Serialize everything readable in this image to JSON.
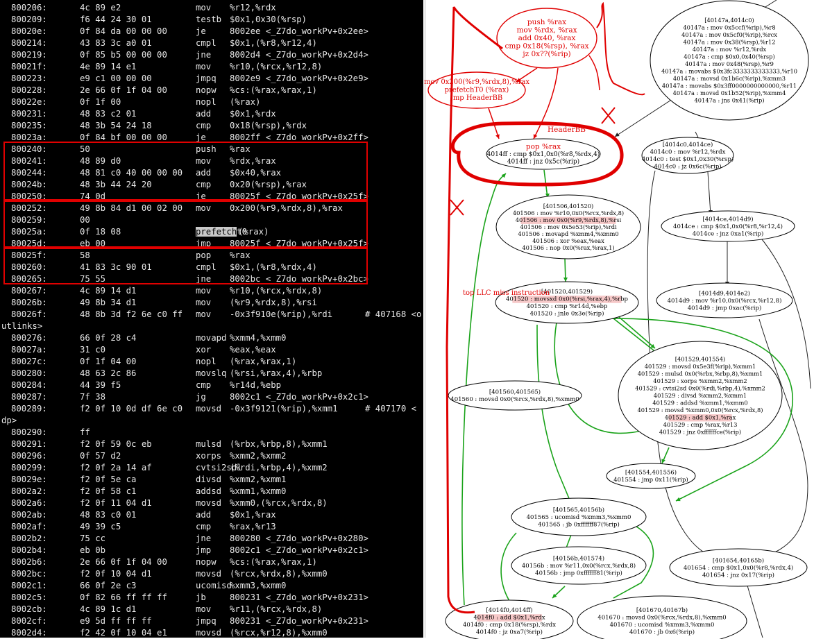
{
  "disassembly": [
    {
      "addr": "800206:",
      "hex": "4c 89 e2",
      "mn": "mov",
      "op": "%r12,%rdx"
    },
    {
      "addr": "800209:",
      "hex": "f6 44 24 30 01",
      "mn": "testb",
      "op": "$0x1,0x30(%rsp)"
    },
    {
      "addr": "80020e:",
      "hex": "0f 84 da 00 00 00",
      "mn": "je",
      "op": "8002ee <_Z7do_workPv+0x2ee>"
    },
    {
      "addr": "800214:",
      "hex": "43 83 3c a0 01",
      "mn": "cmpl",
      "op": "$0x1,(%r8,%r12,4)"
    },
    {
      "addr": "800219:",
      "hex": "0f 85 b5 00 00 00",
      "mn": "jne",
      "op": "8002d4 <_Z7do_workPv+0x2d4>"
    },
    {
      "addr": "80021f:",
      "hex": "4e 89 14 e1",
      "mn": "mov",
      "op": "%r10,(%rcx,%r12,8)"
    },
    {
      "addr": "800223:",
      "hex": "e9 c1 00 00 00",
      "mn": "jmpq",
      "op": "8002e9 <_Z7do_workPv+0x2e9>"
    },
    {
      "addr": "800228:",
      "hex": "2e 66 0f 1f 04 00",
      "mn": "nopw",
      "op": "%cs:(%rax,%rax,1)"
    },
    {
      "addr": "80022e:",
      "hex": "0f 1f 00",
      "mn": "nopl",
      "op": "(%rax)"
    },
    {
      "addr": "800231:",
      "hex": "48 83 c2 01",
      "mn": "add",
      "op": "$0x1,%rdx"
    },
    {
      "addr": "800235:",
      "hex": "48 3b 54 24 18",
      "mn": "cmp",
      "op": "0x18(%rsp),%rdx"
    },
    {
      "addr": "80023a:",
      "hex": "0f 84 bf 00 00 00",
      "mn": "je",
      "op": "8002ff <_Z7do_workPv+0x2ff>"
    },
    {
      "addr": "800240:",
      "hex": "50",
      "mn": "push",
      "op": "%rax"
    },
    {
      "addr": "800241:",
      "hex": "48 89 d0",
      "mn": "mov",
      "op": "%rdx,%rax"
    },
    {
      "addr": "800244:",
      "hex": "48 81 c0 40 00 00 00",
      "mn": "add",
      "op": "$0x40,%rax"
    },
    {
      "addr": "80024b:",
      "hex": "48 3b 44 24 20",
      "mn": "cmp",
      "op": "0x20(%rsp),%rax"
    },
    {
      "addr": "800250:",
      "hex": "74 0d",
      "mn": "je",
      "op": "80025f <_Z7do_workPv+0x25f>"
    },
    {
      "addr": "800252:",
      "hex": "49 8b 84 d1 00 02 00",
      "mn": "mov",
      "op": "0x200(%r9,%rdx,8),%rax"
    },
    {
      "addr": "800259:",
      "hex": "00",
      "mn": "",
      "op": ""
    },
    {
      "addr": "80025a:",
      "hex": "0f 18 08",
      "mn": "prefetcht0",
      "mn_hl": "prefetch",
      "mn_rest": "t0",
      "op": "(%rax)"
    },
    {
      "addr": "80025d:",
      "hex": "eb 00",
      "mn": "jmp",
      "op": "80025f <_Z7do_workPv+0x25f>"
    },
    {
      "addr": "80025f:",
      "hex": "58",
      "mn": "pop",
      "op": "%rax"
    },
    {
      "addr": "800260:",
      "hex": "41 83 3c 90 01",
      "mn": "cmpl",
      "op": "$0x1,(%r8,%rdx,4)"
    },
    {
      "addr": "800265:",
      "hex": "75 55",
      "mn": "jne",
      "op": "8002bc <_Z7do_workPv+0x2bc>"
    },
    {
      "addr": "800267:",
      "hex": "4c 89 14 d1",
      "mn": "mov",
      "op": "%r10,(%rcx,%rdx,8)"
    },
    {
      "addr": "80026b:",
      "hex": "49 8b 34 d1",
      "mn": "mov",
      "op": "(%r9,%rdx,8),%rsi"
    },
    {
      "addr": "80026f:",
      "hex": "48 8b 3d f2 6e c0 ff",
      "mn": "mov",
      "op": "-0x3f910e(%rip),%rdi",
      "cm": "# 407168 <o"
    },
    {
      "full": "utlinks>"
    },
    {
      "addr": "800276:",
      "hex": "66 0f 28 c4",
      "mn": "movapd",
      "op": "%xmm4,%xmm0"
    },
    {
      "addr": "80027a:",
      "hex": "31 c0",
      "mn": "xor",
      "op": "%eax,%eax"
    },
    {
      "addr": "80027c:",
      "hex": "0f 1f 04 00",
      "mn": "nopl",
      "op": "(%rax,%rax,1)"
    },
    {
      "addr": "800280:",
      "hex": "48 63 2c 86",
      "mn": "movslq",
      "op": "(%rsi,%rax,4),%rbp"
    },
    {
      "addr": "800284:",
      "hex": "44 39 f5",
      "mn": "cmp",
      "op": "%r14d,%ebp"
    },
    {
      "addr": "800287:",
      "hex": "7f 38",
      "mn": "jg",
      "op": "8002c1 <_Z7do_workPv+0x2c1>"
    },
    {
      "addr": "800289:",
      "hex": "f2 0f 10 0d df 6e c0",
      "mn": "movsd",
      "op": "-0x3f9121(%rip),%xmm1",
      "cm": "# 407170 <"
    },
    {
      "full": "dp>"
    },
    {
      "addr": "800290:",
      "hex": "ff",
      "mn": "",
      "op": ""
    },
    {
      "addr": "800291:",
      "hex": "f2 0f 59 0c eb",
      "mn": "mulsd",
      "op": "(%rbx,%rbp,8),%xmm1"
    },
    {
      "addr": "800296:",
      "hex": "0f 57 d2",
      "mn": "xorps",
      "op": "%xmm2,%xmm2"
    },
    {
      "addr": "800299:",
      "hex": "f2 0f 2a 14 af",
      "mn": "cvtsi2sdl",
      "op": "(%rdi,%rbp,4),%xmm2"
    },
    {
      "addr": "80029e:",
      "hex": "f2 0f 5e ca",
      "mn": "divsd",
      "op": "%xmm2,%xmm1"
    },
    {
      "addr": "8002a2:",
      "hex": "f2 0f 58 c1",
      "mn": "addsd",
      "op": "%xmm1,%xmm0"
    },
    {
      "addr": "8002a6:",
      "hex": "f2 0f 11 04 d1",
      "mn": "movsd",
      "op": "%xmm0,(%rcx,%rdx,8)"
    },
    {
      "addr": "8002ab:",
      "hex": "48 83 c0 01",
      "mn": "add",
      "op": "$0x1,%rax"
    },
    {
      "addr": "8002af:",
      "hex": "49 39 c5",
      "mn": "cmp",
      "op": "%rax,%r13"
    },
    {
      "addr": "8002b2:",
      "hex": "75 cc",
      "mn": "jne",
      "op": "800280 <_Z7do_workPv+0x280>"
    },
    {
      "addr": "8002b4:",
      "hex": "eb 0b",
      "mn": "jmp",
      "op": "8002c1 <_Z7do_workPv+0x2c1>"
    },
    {
      "addr": "8002b6:",
      "hex": "2e 66 0f 1f 04 00",
      "mn": "nopw",
      "op": "%cs:(%rax,%rax,1)"
    },
    {
      "addr": "8002bc:",
      "hex": "f2 0f 10 04 d1",
      "mn": "movsd",
      "op": "(%rcx,%rdx,8),%xmm0"
    },
    {
      "addr": "8002c1:",
      "hex": "66 0f 2e c3",
      "mn": "ucomisd",
      "op": "%xmm3,%xmm0"
    },
    {
      "addr": "8002c5:",
      "hex": "0f 82 66 ff ff ff",
      "mn": "jb",
      "op": "800231 <_Z7do_workPv+0x231>"
    },
    {
      "addr": "8002cb:",
      "hex": "4c 89 1c d1",
      "mn": "mov",
      "op": "%r11,(%rcx,%rdx,8)"
    },
    {
      "addr": "8002cf:",
      "hex": "e9 5d ff ff ff",
      "mn": "jmpq",
      "op": "800231 <_Z7do_workPv+0x231>"
    },
    {
      "addr": "8002d4:",
      "hex": "f2 42 0f 10 04 e1",
      "mn": "movsd",
      "op": "(%rcx,%r12,8),%xmm0"
    }
  ],
  "graph": {
    "nodes": [
      {
        "id": "n40147a",
        "lines": [
          "[40147a,4014c0)",
          "40147a : mov 0x5ccf(%rip),%r8",
          "40147a : mov 0x5cf0(%rip),%rcx",
          "40147a : mov 0x38(%rsp),%r12",
          "40147a : mov %r12,%rdx",
          "40147a : cmp $0x0,0x40(%rsp)",
          "40147a : mov 0x48(%rsp),%r9",
          "40147a : movabs $0x3fc3333333333333,%r10",
          "40147a : movsd 0x1b6c(%rip),%xmm3",
          "40147a : movabs $0x3ff0000000000000,%r11",
          "40147a : movsd 0x1b52(%rip),%xmm4",
          "40147a : jns 0x41(%rip)"
        ]
      },
      {
        "id": "n4014ff",
        "lines": [
          "pop %rax",
          "4014ff : cmp $0x1,0x0(%r8,%rdx,4)",
          "4014ff : jnz 0x5c(%rip)"
        ]
      },
      {
        "id": "n4014c0",
        "lines": [
          "[4014c0,4014ce)",
          "4014c0 : mov %r12,%rdx",
          "4014c0 : test $0x1,0x30(%rsp)",
          "4014c0 : jz 0x6c(%rip)"
        ]
      },
      {
        "id": "n401506",
        "lines": [
          "[401506,401520)",
          "401506 : mov %r10,0x0(%rcx,%rdx,8)",
          "401506 : mov 0x0(%r9,%rdx,8),%rsi",
          "401506 : mov 0x5e53(%rip),%rdi",
          "401506 : movapd %xmm4,%xmm0",
          "401506 : xor %eax,%eax",
          "401506 : nop 0x0(%rax,%rax,1)"
        ]
      },
      {
        "id": "n4014ce",
        "lines": [
          "[4014ce,4014d9)",
          "4014ce : cmp $0x1,0x0(%r8,%r12,4)",
          "4014ce : jnz 0xa1(%rip)"
        ]
      },
      {
        "id": "n401520",
        "lines": [
          "[401520,401529)",
          "401520 : movsxd 0x0(%rsi,%rax,4),%rbp",
          "401520 : cmp %r14d,%ebp",
          "401520 : jnle 0x3e(%rip)"
        ]
      },
      {
        "id": "n4014d9",
        "lines": [
          "[4014d9,4014e2)",
          "4014d9 : mov %r10,0x0(%rcx,%r12,8)",
          "4014d9 : jmp 0xac(%rip)"
        ]
      },
      {
        "id": "n401529",
        "lines": [
          "[401529,401554)",
          "401529 : movsd 0x5e3f(%rip),%xmm1",
          "401529 : mulsd 0x0(%rbx,%rbp,8),%xmm1",
          "401529 : xorps %xmm2,%xmm2",
          "401529 : cvtsi2sd 0x0(%rdi,%rbp,4),%xmm2",
          "401529 : divsd %xmm2,%xmm1",
          "401529 : addsd %xmm1,%xmm0",
          "401529 : movsd %xmm0,0x0(%rcx,%rdx,8)",
          "401529 : add $0x1,%rax",
          "401529 : cmp %rax,%r13",
          "401529 : jnz 0xffffffce(%rip)"
        ]
      },
      {
        "id": "n401560",
        "lines": [
          "[401560,401565)",
          "401560 : movsd 0x0(%rcx,%rdx,8),%xmm0"
        ]
      },
      {
        "id": "n401554",
        "lines": [
          "[401554,401556)",
          "401554 : jmp 0x11(%rip)"
        ]
      },
      {
        "id": "n401565",
        "lines": [
          "[401565,40156b)",
          "401565 : ucomisd %xmm3,%xmm0",
          "401565 : jb 0xffffff87(%rip)"
        ]
      },
      {
        "id": "n40156b",
        "lines": [
          "[40156b,401574)",
          "40156b : mov %r11,0x0(%rcx,%rdx,8)",
          "40156b : jmp 0xffffff81(%rip)"
        ]
      },
      {
        "id": "n401654",
        "lines": [
          "[401654,40165b)",
          "401654 : cmp $0x1,0x0(%r8,%rdx,4)",
          "401654 : jnz 0x17(%rip)"
        ]
      },
      {
        "id": "n4014f0",
        "lines": [
          "[4014f0,4014ff)",
          "4014f0 : add $0x1,%rdx",
          "4014f0 : cmp 0x18(%rsp),%rdx",
          "4014f0 : jz 0xa7(%rip)"
        ]
      },
      {
        "id": "n401670",
        "lines": [
          "[401670,40167b)",
          "401670 : movsd 0x0(%rcx,%rdx,8),%xmm0",
          "401670 : ucomisd %xmm3,%xmm0",
          "401670 : jb 0x6(%rip)"
        ]
      }
    ],
    "annotations": {
      "push_block": [
        "push %rax",
        "mov %rdx, %rax",
        "add 0x40, %rax",
        "cmp 0x18(%rsp), %rax",
        "jz 0x??(%rip)"
      ],
      "prefetch_block": [
        "mov 0x200(%r9,%rdx,8),%rax",
        "prefetchT0 (%rax)",
        "jmp HeaderBB"
      ],
      "header_label": "HeaderBB",
      "miss_label": "top LLC miss instruction"
    },
    "colors": {
      "annotation": "#e00000",
      "edge_green": "#1aa31a",
      "edge_black": "#222222",
      "highlight": "#f6c8c8"
    }
  }
}
